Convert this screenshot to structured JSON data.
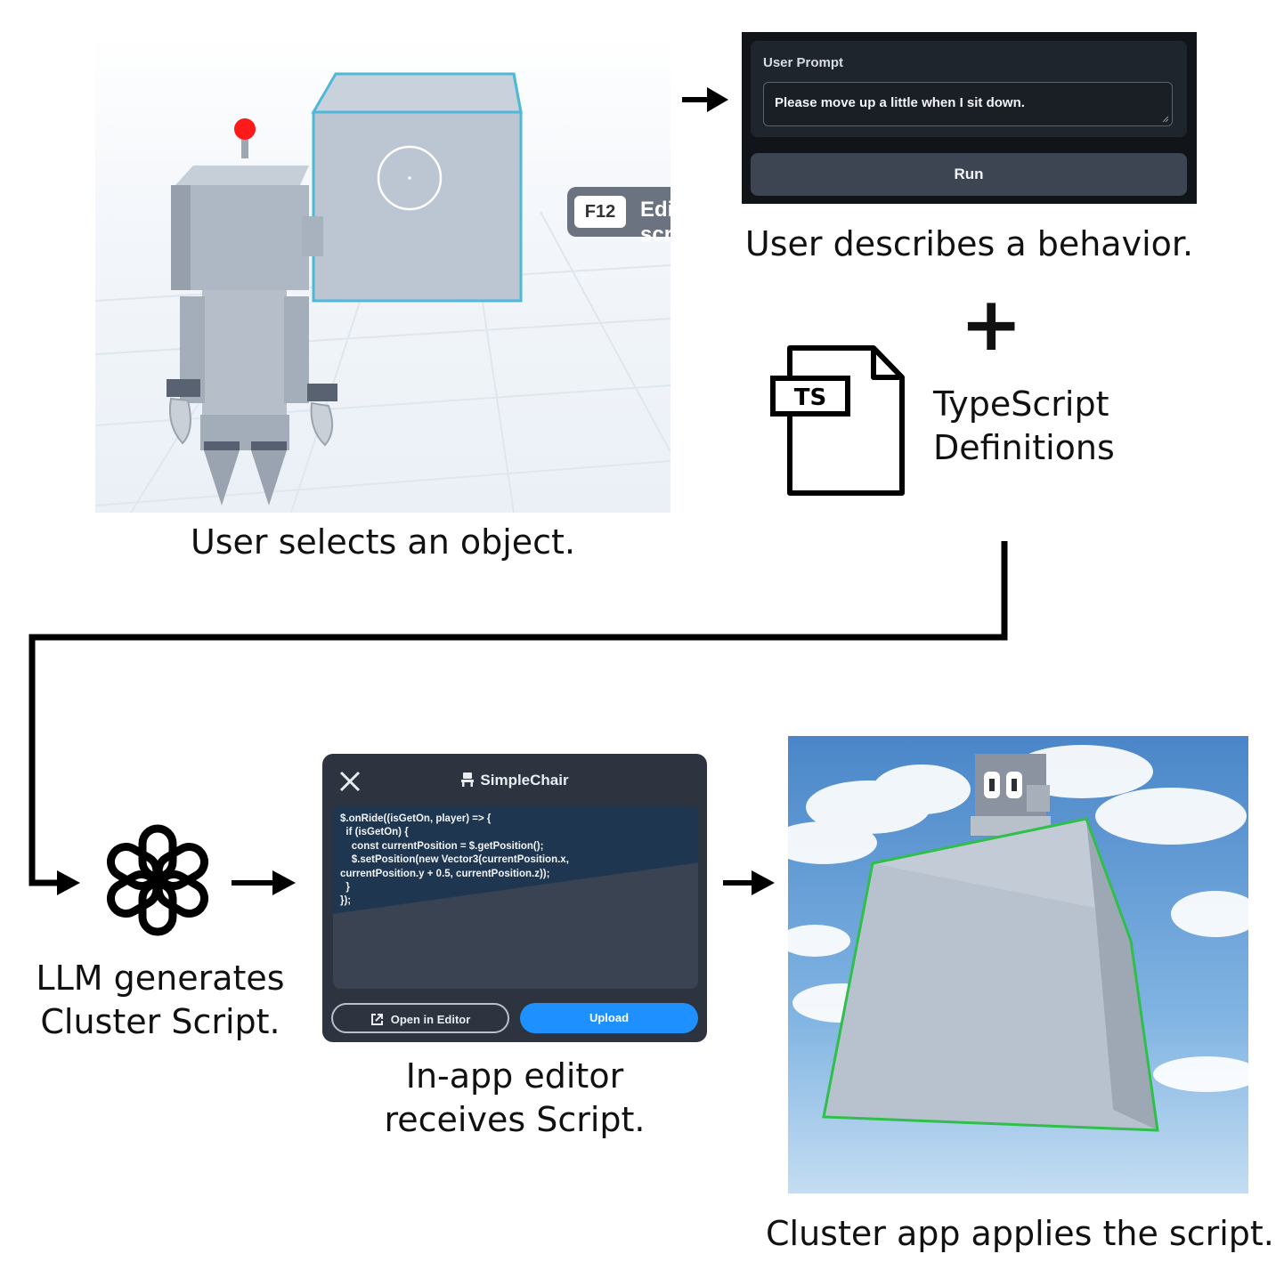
{
  "step1": {
    "caption": "User selects an object.",
    "key_label": "F12",
    "action_label": "Edit script"
  },
  "step2": {
    "caption": "User describes a behavior.",
    "prompt_label": "User Prompt",
    "prompt_value": "Please move up a little when I sit down.",
    "run_label": "Run"
  },
  "plus_symbol": "+",
  "definitions": {
    "file_badge": "TS",
    "label_line1": "TypeScript",
    "label_line2": "Definitions"
  },
  "llm": {
    "caption_line1": "LLM generates",
    "caption_line2": "Cluster Script."
  },
  "editor": {
    "title": "SimpleChair",
    "code": "$.onRide((isGetOn, player) => {\n  if (isGetOn) {\n    const currentPosition = $.getPosition();\n    $.setPosition(new Vector3(currentPosition.x,\ncurrentPosition.y + 0.5, currentPosition.z));\n  }\n});",
    "open_label": "Open in Editor",
    "upload_label": "Upload",
    "caption_line1": "In-app editor",
    "caption_line2": "receives Script."
  },
  "result": {
    "caption": "Cluster app applies the script."
  },
  "colors": {
    "selection_outline": "#4fb8d8",
    "applied_outline": "#2fbf4a",
    "upload_button": "#1e90ff",
    "robot_antenna": "#ff1a1a"
  }
}
